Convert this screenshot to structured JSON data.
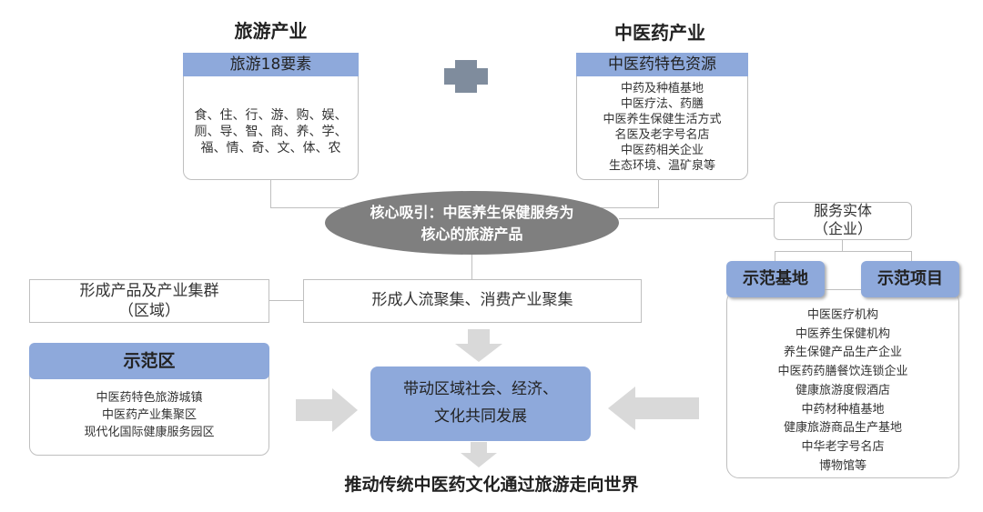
{
  "tourism": {
    "heading": "旅游产业",
    "subheading": "旅游18要素",
    "elements": [
      "食、住、行、游、购、娱、",
      "厕、导、智、商、养、学、",
      "福、情、奇、文、体、农"
    ]
  },
  "tcm": {
    "heading": "中医药产业",
    "subheading": "中医药特色资源",
    "items": [
      "中药及种植基地",
      "中医疗法、药膳",
      "中医养生保健生活方式",
      "名医及老字号名店",
      "中医药相关企业",
      "生态环境、温矿泉等"
    ]
  },
  "core": {
    "line1": "核心吸引：中医养生保健服务为",
    "line2": "核心的旅游产品"
  },
  "service": {
    "line1": "服务实体",
    "line2": "（企业）"
  },
  "demo_base": "示范基地",
  "demo_project": "示范项目",
  "enterprises": [
    "中医医疗机构",
    "中医养生保健机构",
    "养生保健产品生产企业",
    "中医药药膳餐饮连锁企业",
    "健康旅游度假酒店",
    "中药材种植基地",
    "健康旅游商品生产基地",
    "中华老字号名店",
    "博物馆等"
  ],
  "cluster": {
    "line1": "形成产品及产业集群",
    "line2": "（区域）"
  },
  "flow": "形成人流聚集、消费产业聚集",
  "demo_zone": {
    "title": "示范区",
    "items": [
      "中医药特色旅游城镇",
      "中医药产业集聚区",
      "现代化国际健康服务园区"
    ]
  },
  "drive": {
    "line1": "带动区域社会、经济、",
    "line2": "文化共同发展"
  },
  "bottom": "推动传统中医药文化通过旅游走向世界",
  "colors": {
    "blue": "#8ea9db",
    "ellipse": "#7f7f7f",
    "arrow": "#d9d9d9",
    "border": "#bfbfbf"
  }
}
